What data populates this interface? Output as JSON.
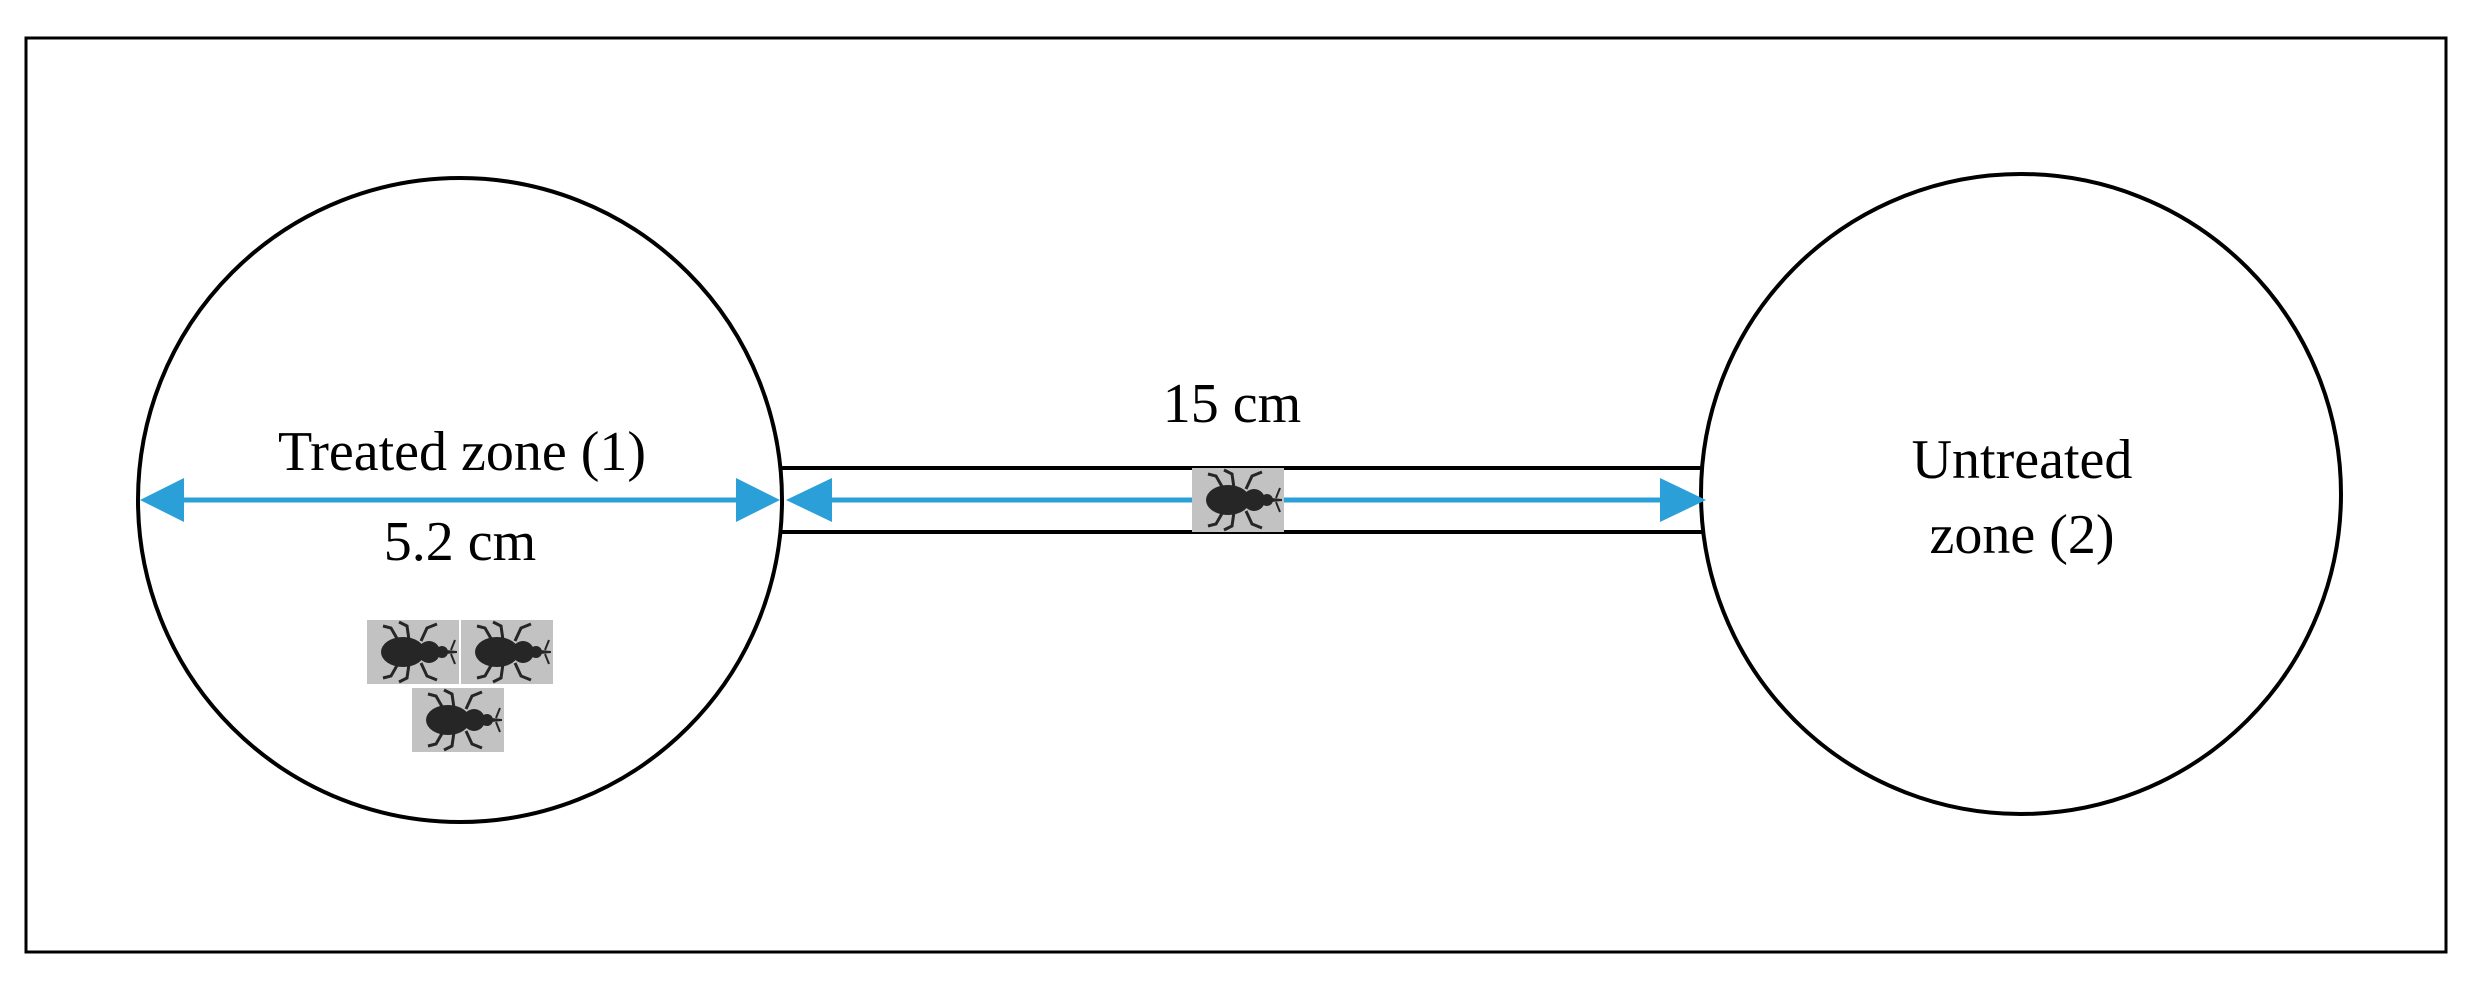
{
  "zones": {
    "treated": {
      "label": "Treated zone (1)",
      "diameter_label": "5.2 cm"
    },
    "untreated": {
      "label_line1": "Untreated",
      "label_line2": "zone (2)"
    }
  },
  "tube": {
    "length_label": "15 cm"
  },
  "insects": {
    "icon": "weevil-icon",
    "in_treated_zone": 3,
    "in_tube": 1
  },
  "colors": {
    "arrow": "#2A9FD8",
    "line": "#000000",
    "insect_tile": "#c2c2c2",
    "insect_body": "#262626"
  }
}
